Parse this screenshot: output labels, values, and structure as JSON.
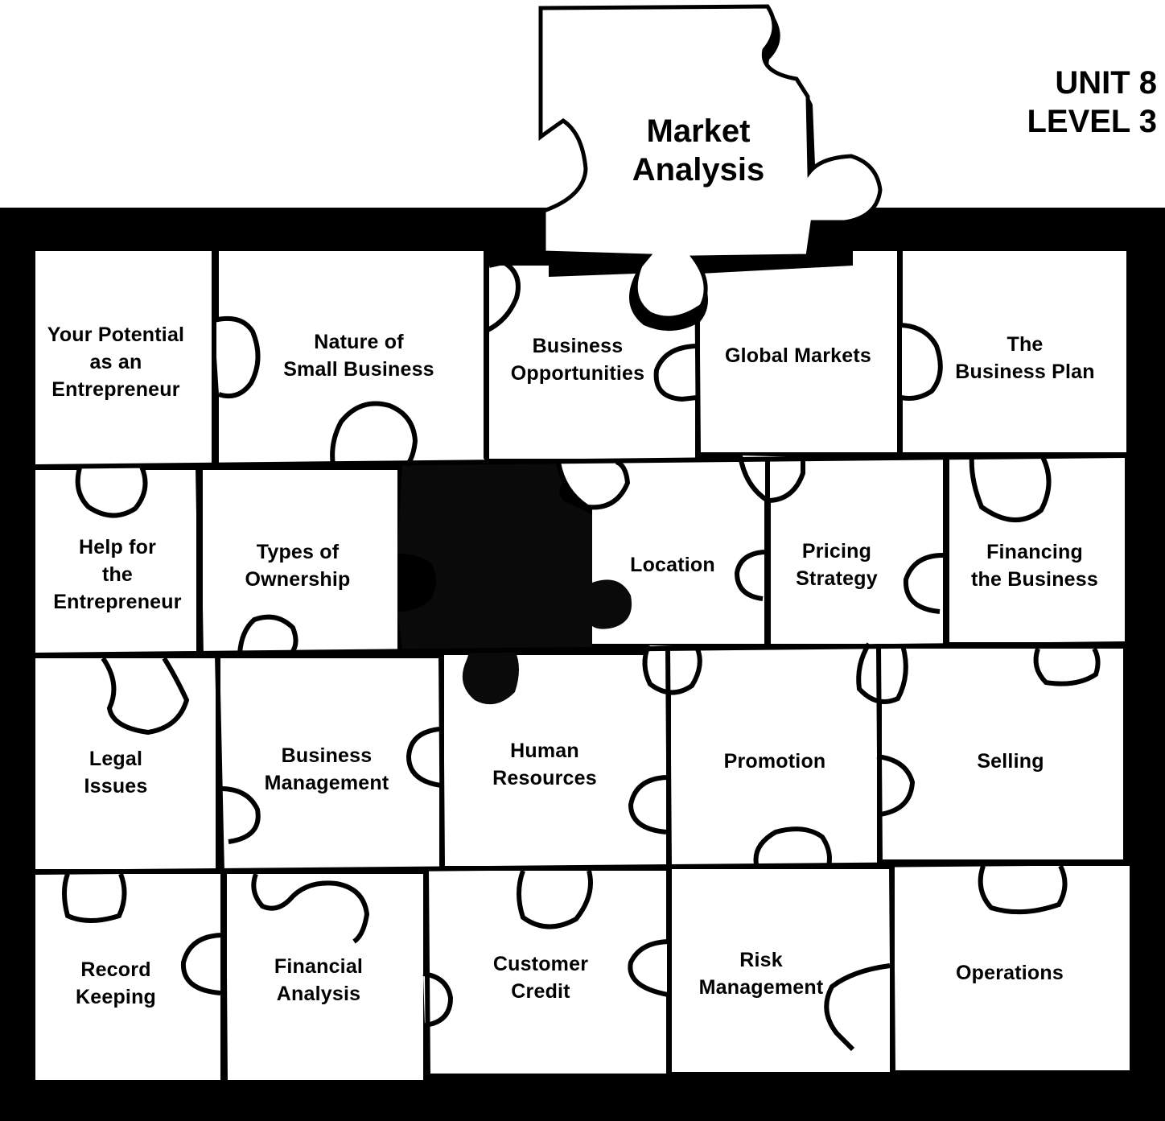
{
  "heading": {
    "unit": "UNIT 8",
    "level": "LEVEL 3"
  },
  "featured_piece": {
    "line1": "Market",
    "line2": "Analysis"
  },
  "pieces": [
    {
      "id": "your-potential",
      "lines": [
        "Your Potential",
        "as an",
        "Entrepreneur"
      ]
    },
    {
      "id": "nature-small-business",
      "lines": [
        "Nature of",
        "Small Business"
      ]
    },
    {
      "id": "business-opportunities",
      "lines": [
        "Business",
        "Opportunities"
      ]
    },
    {
      "id": "global-markets",
      "lines": [
        "Global Markets"
      ]
    },
    {
      "id": "business-plan",
      "lines": [
        "The",
        "Business Plan"
      ]
    },
    {
      "id": "help-entrepreneur",
      "lines": [
        "Help for",
        "the",
        "Entrepreneur"
      ]
    },
    {
      "id": "types-ownership",
      "lines": [
        "Types of",
        "Ownership"
      ]
    },
    {
      "id": "location",
      "lines": [
        "Location"
      ]
    },
    {
      "id": "pricing-strategy",
      "lines": [
        "Pricing",
        "Strategy"
      ]
    },
    {
      "id": "financing-business",
      "lines": [
        "Financing",
        "the Business"
      ]
    },
    {
      "id": "legal-issues",
      "lines": [
        "Legal",
        "Issues"
      ]
    },
    {
      "id": "business-management",
      "lines": [
        "Business",
        "Management"
      ]
    },
    {
      "id": "human-resources",
      "lines": [
        "Human",
        "Resources"
      ]
    },
    {
      "id": "promotion",
      "lines": [
        "Promotion"
      ]
    },
    {
      "id": "selling",
      "lines": [
        "Selling"
      ]
    },
    {
      "id": "record-keeping",
      "lines": [
        "Record",
        "Keeping"
      ]
    },
    {
      "id": "financial-analysis",
      "lines": [
        "Financial",
        "Analysis"
      ]
    },
    {
      "id": "customer-credit",
      "lines": [
        "Customer",
        "Credit"
      ]
    },
    {
      "id": "risk-management",
      "lines": [
        "Risk",
        "Management"
      ]
    },
    {
      "id": "operations",
      "lines": [
        "Operations"
      ]
    }
  ],
  "colors": {
    "frame": "#000000",
    "piece_fill": "#ffffff",
    "missing_slot": "#0a0a0a",
    "text": "#000000"
  }
}
